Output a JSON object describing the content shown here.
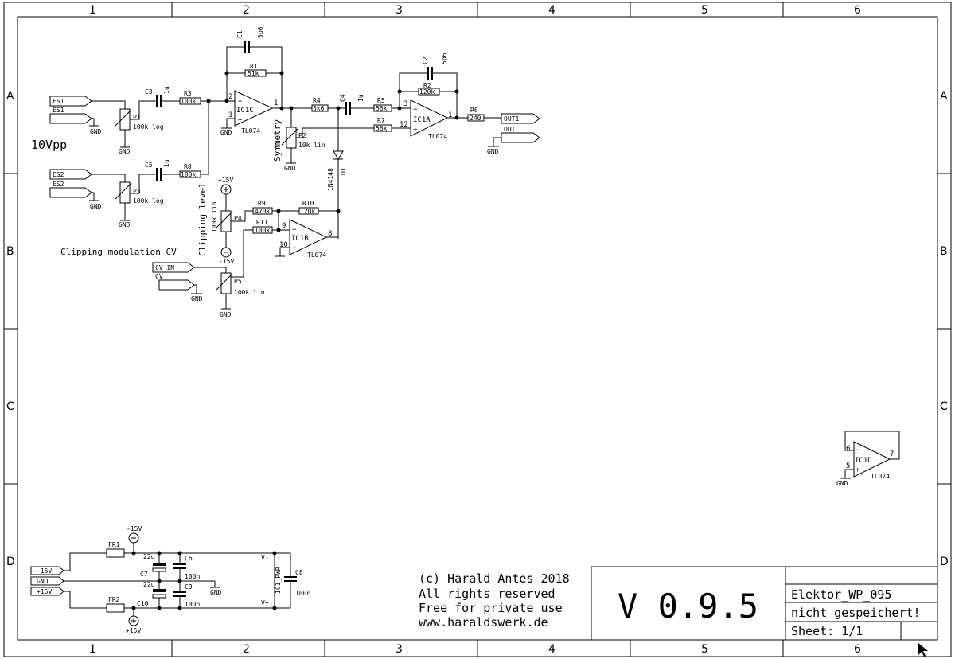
{
  "frame": {
    "columns": [
      "1",
      "2",
      "3",
      "4",
      "5",
      "6"
    ],
    "rows": [
      "A",
      "B",
      "C",
      "D"
    ]
  },
  "title_block": {
    "copyright": [
      "(c) Harald Antes 2018",
      "All rights reserved",
      "Free for private use",
      "www.haraldswerk.de"
    ],
    "version": "V 0.9.5",
    "project": "Elektor_WP_095",
    "status": "nicht gespeichert!",
    "sheet": "Sheet: 1/1"
  },
  "notes": {
    "level": "10Vpp",
    "clipping_cv": "Clipping modulation CV",
    "clipping_level": "Clipping level",
    "symmetry": "Symmetry"
  },
  "nets": {
    "es1_port": "ES1",
    "es1": "ES1",
    "es2_port": "ES2",
    "es2": "ES2",
    "cv_port": "CV_IN",
    "cv": "CV",
    "out_port": "OUT1",
    "out": "OUT",
    "gnd": "GND",
    "p15": "+15V",
    "m15": "-15V",
    "pwr_m15": "-15V",
    "pwr_gnd": "GND",
    "pwr_p15": "+15V",
    "pin_vminus": "V-",
    "pin_vplus": "V+"
  },
  "parts": {
    "c1": {
      "name": "C1",
      "value": "5p6"
    },
    "c2": {
      "name": "C2",
      "value": "5p6"
    },
    "c3": {
      "name": "C3",
      "value": "1u"
    },
    "c4": {
      "name": "C4",
      "value": "1u"
    },
    "c5": {
      "name": "C5",
      "value": "1u"
    },
    "c6": {
      "name": "C6",
      "value": "100n"
    },
    "c7": {
      "name": "C7",
      "value": "22u"
    },
    "c8": {
      "name": "C8",
      "value": "100n"
    },
    "c9": {
      "name": "C9",
      "value": "100n"
    },
    "c10": {
      "name": "C10",
      "value": "22u"
    },
    "r1": {
      "name": "R1",
      "value": "51k"
    },
    "r2": {
      "name": "R2",
      "value": "120k"
    },
    "r3": {
      "name": "R3",
      "value": "100k"
    },
    "r4": {
      "name": "R4",
      "value": "5k6"
    },
    "r5": {
      "name": "R5",
      "value": "56k"
    },
    "r6": {
      "name": "R6",
      "value": "240"
    },
    "r7": {
      "name": "R7",
      "value": "56k"
    },
    "r8": {
      "name": "R8",
      "value": "100k"
    },
    "r9": {
      "name": "R9",
      "value": "470k"
    },
    "r10": {
      "name": "R10",
      "value": "120k"
    },
    "r11": {
      "name": "R11",
      "value": "100k"
    },
    "p1": {
      "name": "P1",
      "value": "100k log"
    },
    "p2": {
      "name": "P2",
      "value": "10k lin"
    },
    "p3": {
      "name": "P3",
      "value": "100k log"
    },
    "p4": {
      "name": "P4",
      "value": "100k lin"
    },
    "p5": {
      "name": "P5",
      "value": "100k lin"
    },
    "d1": {
      "name": "D1",
      "value": "1N4148"
    },
    "fr1": {
      "name": "FR1"
    },
    "fr2": {
      "name": "FR2"
    },
    "ic1a": {
      "name": "IC1A",
      "value": "TL074",
      "pins": [
        "3",
        "12",
        "1"
      ]
    },
    "ic1b": {
      "name": "IC1B",
      "value": "TL074",
      "pins": [
        "9",
        "10",
        "8"
      ]
    },
    "ic1c": {
      "name": "IC1C",
      "value": "TL074",
      "pins": [
        "2",
        "3",
        "1"
      ]
    },
    "ic1d": {
      "name": "IC1D",
      "value": "TL074",
      "pins": [
        "6",
        "5",
        "7"
      ]
    },
    "ic1pwr": {
      "name": "IC1_PWR"
    }
  }
}
